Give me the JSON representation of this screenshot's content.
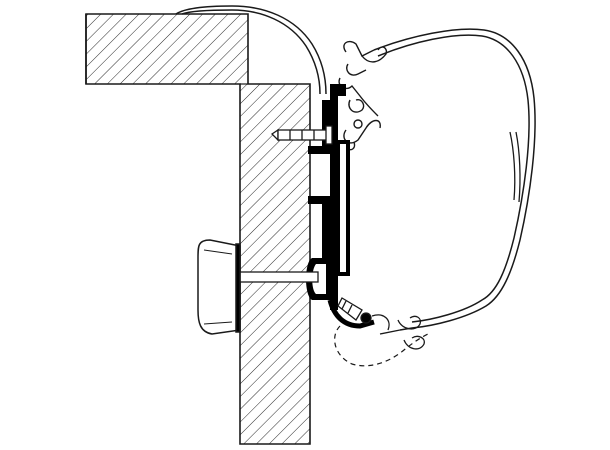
{
  "figure": {
    "kind": "technical-line-drawing",
    "subject": "awning-mounting-adapter-cross-section",
    "colors": {
      "background": "#ffffff",
      "line": "#1a1a1a",
      "hatch": "#2b2b2b",
      "profile_fill": "#000000",
      "light_fill": "#ffffff"
    },
    "parts": [
      {
        "name": "wall-section",
        "icon": "hatched-wall"
      },
      {
        "name": "roof-section",
        "icon": "hatched-roof"
      },
      {
        "name": "rain-gutter-strip",
        "icon": "curved-strip"
      },
      {
        "name": "adapter-rail",
        "icon": "black-profile"
      },
      {
        "name": "awning-cassette",
        "icon": "cassette-outline"
      },
      {
        "name": "upper-screw",
        "icon": "screw"
      },
      {
        "name": "through-bolt",
        "icon": "bolt"
      },
      {
        "name": "handle-knob",
        "icon": "knob"
      },
      {
        "name": "lower-lip-dashed",
        "icon": "dashed-outline"
      }
    ]
  }
}
